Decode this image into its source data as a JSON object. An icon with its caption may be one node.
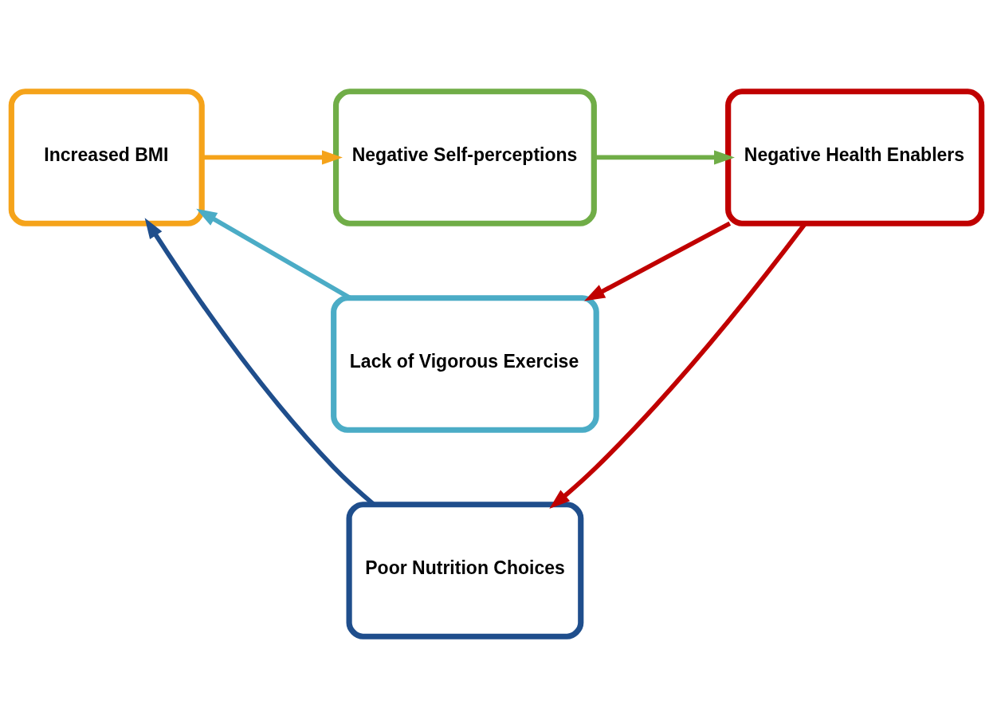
{
  "diagram": {
    "nodes": [
      {
        "text": [
          "Negative Self-perceptions"
        ]
      },
      {
        "text": [
          "Increased BMI"
        ]
      },
      {
        "text": [
          "Lack of Vigorous Exercise"
        ]
      },
      {
        "text": [
          "Negative Health Enablers"
        ]
      },
      {
        "text": [
          "Poor Nutrition Choices"
        ]
      }
    ],
    "edges": [
      {
        "from": 1,
        "to": 0,
        "arrow": "to",
        "color": "#f5a31a"
      },
      {
        "from": 0,
        "to": 3,
        "arrow": "to",
        "color": "#70ad47"
      },
      {
        "from": 3,
        "to": 2,
        "arrow": "to",
        "color": "#c00000"
      },
      {
        "from": 2,
        "to": 1,
        "arrow": "to",
        "color": "#4bacc6"
      },
      {
        "from": 3,
        "to": 4,
        "arrow": "to",
        "color": "#c00000"
      },
      {
        "from": 4,
        "to": 1,
        "arrow": "to",
        "color": "#1f4e8c"
      }
    ]
  }
}
